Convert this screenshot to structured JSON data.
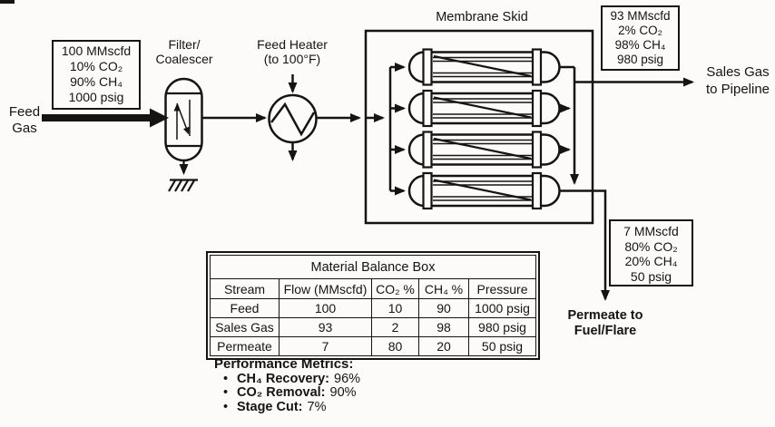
{
  "colors": {
    "line": "#141414",
    "text": "#141414",
    "background": "#fcfbf9"
  },
  "feed": {
    "label_lines": [
      "Feed",
      "Gas"
    ],
    "box_lines": [
      "100 MMscfd",
      "10% CO₂",
      "90% CH₄",
      "1000 psig"
    ]
  },
  "filter": {
    "label_lines": [
      "Filter/",
      "Coalescer"
    ]
  },
  "heater": {
    "label_lines": [
      "Feed Heater",
      "(to 100°F)"
    ]
  },
  "skid": {
    "title": "Membrane Skid"
  },
  "sales": {
    "box_lines": [
      "93 MMscfd",
      "2% CO₂",
      "98% CH₄",
      "980 psig"
    ],
    "dest_lines": [
      "Sales Gas",
      "to Pipeline"
    ]
  },
  "permeate": {
    "box_lines": [
      "7 MMscfd",
      "80% CO₂",
      "20% CH₄",
      "50 psig"
    ],
    "dest_lines": [
      "Permeate to",
      "Fuel/Flare"
    ]
  },
  "table": {
    "title": "Material Balance Box",
    "headers": [
      "Stream",
      "Flow (MMscfd)",
      "CO₂ %",
      "CH₄ %",
      "Pressure"
    ],
    "rows": [
      [
        "Feed",
        "100",
        "10",
        "90",
        "1000 psig"
      ],
      [
        "Sales Gas",
        "93",
        "2",
        "98",
        "980 psig"
      ],
      [
        "Permeate",
        "7",
        "80",
        "20",
        "50 psig"
      ]
    ]
  },
  "performance": {
    "title": "Performance Metrics:",
    "bullet": "•",
    "items": [
      {
        "label": "CH₄ Recovery:",
        "value": "96%"
      },
      {
        "label": "CO₂ Removal:",
        "value": "90%"
      },
      {
        "label": "Stage Cut:",
        "value": "7%"
      }
    ]
  }
}
